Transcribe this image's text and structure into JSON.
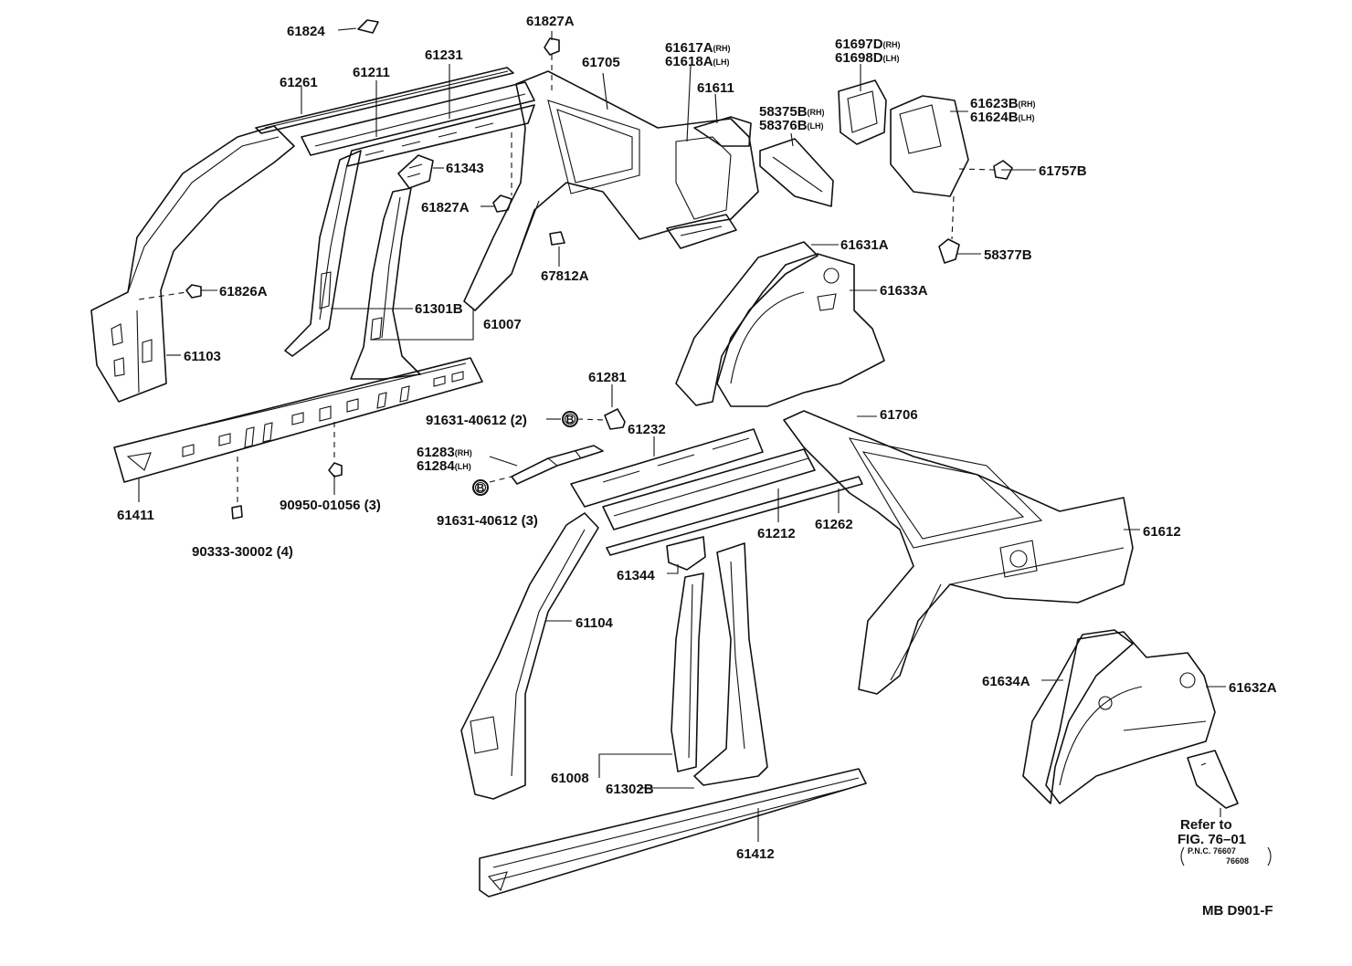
{
  "labels": {
    "p61824": "61824",
    "p61827a_top": "61827A",
    "p61211": "61211",
    "p61231": "61231",
    "p61261": "61261",
    "p61705": "61705",
    "p61617a": "61617A",
    "p61618a": "61618A",
    "p61611": "61611",
    "p61697d": "61697D",
    "p61698d": "61698D",
    "p58375b": "58375B",
    "p58376b": "58376B",
    "p61623b": "61623B",
    "p61624b": "61624B",
    "p61757b": "61757B",
    "p61343": "61343",
    "p61827a_mid": "61827A",
    "p61631a": "61631A",
    "p58377b": "58377B",
    "p67812a": "67812A",
    "p61633a": "61633A",
    "p61826a": "61826A",
    "p61301b": "61301B",
    "p61007": "61007",
    "p61103": "61103",
    "p61281": "61281",
    "p91631_2": "91631-40612 (2)",
    "p61706": "61706",
    "p61232": "61232",
    "p61283": "61283",
    "p61284": "61284",
    "p91631_3": "91631-40612 (3)",
    "p61411": "61411",
    "p90950": "90950-01056 (3)",
    "p90333": "90333-30002 (4)",
    "p61212": "61212",
    "p61262": "61262",
    "p61612": "61612",
    "p61344": "61344",
    "p61104": "61104",
    "p61634a": "61634A",
    "p61632a": "61632A",
    "p61008": "61008",
    "p61302b": "61302B",
    "p61412": "61412"
  },
  "side": {
    "rh": "(RH)",
    "lh": "(LH)"
  },
  "bolt_letter": "B",
  "refer": {
    "line1": "Refer to",
    "line2": "FIG. 76–01",
    "line3": "P.N.C. 76607",
    "line4": "76608"
  },
  "code": "MB D901-F"
}
